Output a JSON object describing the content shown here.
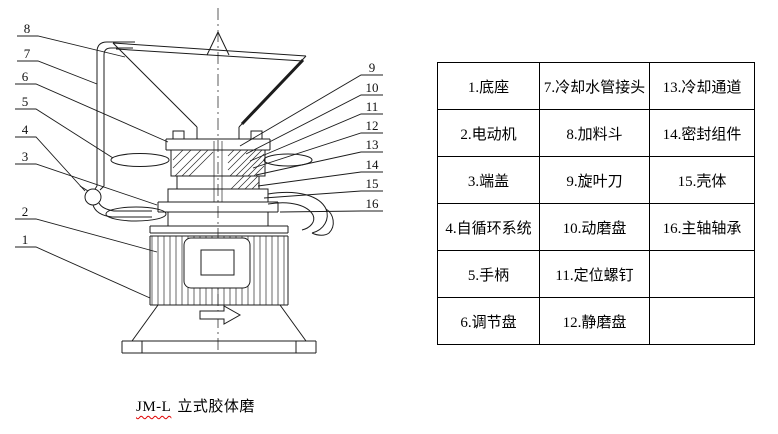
{
  "figure": {
    "caption": {
      "model": "JM-L",
      "title": "立式胶体磨"
    },
    "callouts": [
      "1",
      "2",
      "3",
      "4",
      "5",
      "6",
      "7",
      "8",
      "9",
      "10",
      "11",
      "12",
      "13",
      "14",
      "15",
      "16"
    ]
  },
  "table": {
    "rows": [
      [
        "1.底座",
        "7.冷却水管接头",
        "13.冷却通道"
      ],
      [
        "2.电动机",
        "8.加料斗",
        "14.密封组件"
      ],
      [
        "3.端盖",
        "9.旋叶刀",
        "15.壳体"
      ],
      [
        "4.自循环系统",
        "10.动磨盘",
        "16.主轴轴承"
      ],
      [
        "5.手柄",
        "11.定位螺钉",
        ""
      ],
      [
        "6.调节盘",
        "12.静磨盘",
        ""
      ]
    ]
  }
}
